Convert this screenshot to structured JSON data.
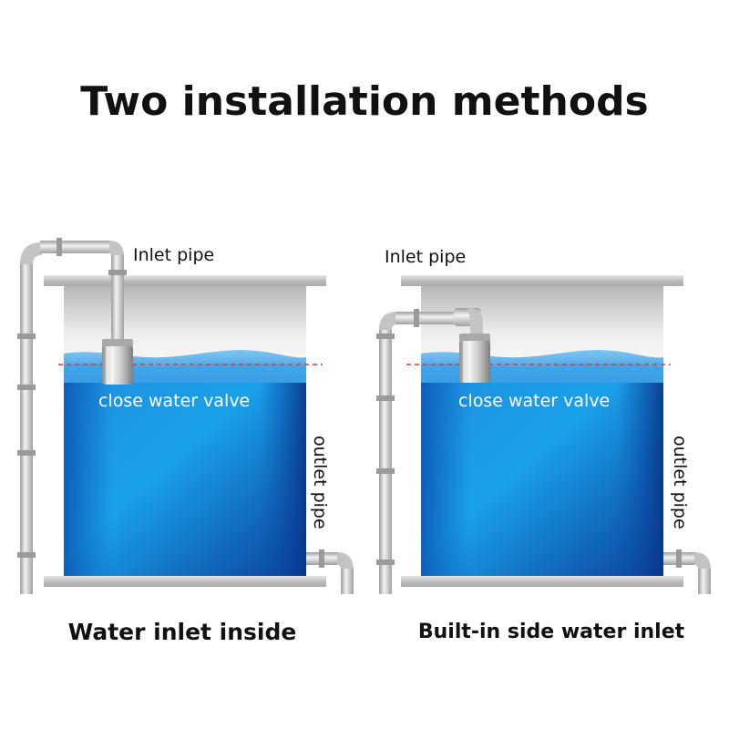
{
  "title": "Two installation methods",
  "methods": [
    {
      "inlet_label": "Inlet pipe",
      "valve_label": "close water valve",
      "outlet_label": "outlet pipe",
      "caption": "Water inlet inside"
    },
    {
      "inlet_label": "Inlet pipe",
      "valve_label": "close water valve",
      "outlet_label": "outlet pipe",
      "caption": "Built-in side water inlet"
    }
  ],
  "colors": {
    "water_light": "#2aa6e8",
    "water_dark": "#0b4ea8",
    "tank_gray": "#c9c9c9",
    "pipe_gray": "#b8b8b8",
    "level_line": "#e8342a",
    "text_dark": "#111111",
    "text_light": "#ffffff"
  }
}
